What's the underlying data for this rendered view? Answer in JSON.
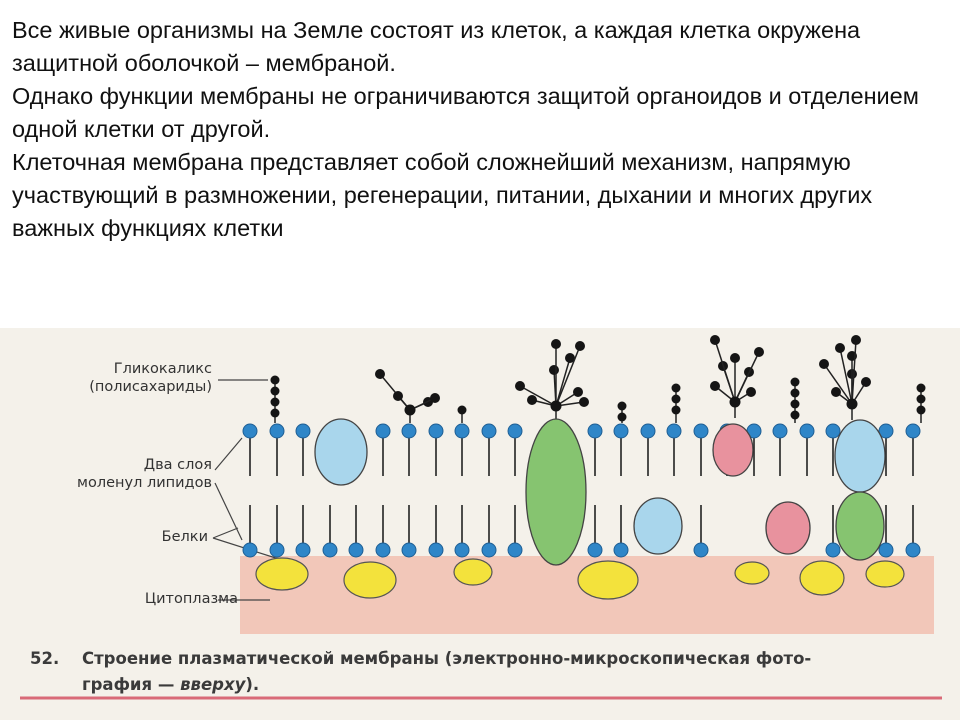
{
  "intro": {
    "paragraphs": [
      "Все живые организмы на Земле состоят из клеток, а каждая клетка окружена защитной оболочкой – мембраной.",
      "Однако функции мембраны не ограничиваются защитой органоидов и отделением одной клетки от другой.",
      "Клеточная мембрана представляет собой сложнейший механизм, напрямую участвующий в размножении, регенерации, питании, дыхании и многих других важных функциях клетки"
    ]
  },
  "figure": {
    "labels": {
      "glycocalyx_1": "Гликокаликс",
      "glycocalyx_2": "(полисахариды)",
      "lipids_1": "Два слоя",
      "lipids_2": "моленул липидов",
      "proteins": "Белки",
      "cytoplasm": "Цитоплазма"
    },
    "caption": {
      "number": "52.",
      "line1": "Строение плазматической мембраны (электронно-микроскопическая фото-",
      "line2_a": "графия — ",
      "line2_b": "вверху",
      "line2_c": ")."
    },
    "colors": {
      "lipid_head": "#2f86c8",
      "cytoplasm": "#f2c7b9",
      "protein_blue": "#a9d6ec",
      "protein_green": "#86c470",
      "protein_pink": "#e8929e",
      "inclusion_yellow": "#f3e23c",
      "accent_line": "#d96a78"
    },
    "icons": [
      "glycocalyx-chain",
      "lipid-head",
      "protein-globule"
    ]
  }
}
